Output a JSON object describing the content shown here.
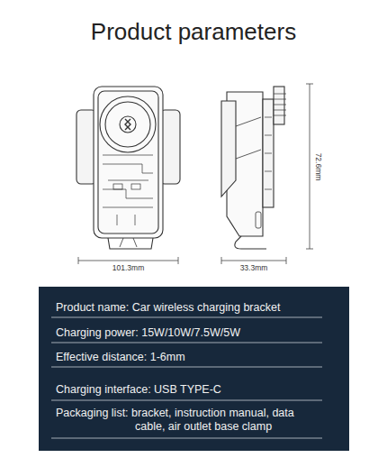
{
  "diagram": {
    "title": "Product parameters",
    "labels": [
      "101.3mm",
      "33.3mm",
      "72.6mm",
      "Product name: Car wireless charging bracket",
      "Charging power: 15W/10W/7.5W/5W",
      "Effective distance: 1-6mm",
      "Charging interface: USB TYPE-C",
      "Packaging list: bracket, instruction manual, data cable, air outlet base clamp"
    ]
  }
}
